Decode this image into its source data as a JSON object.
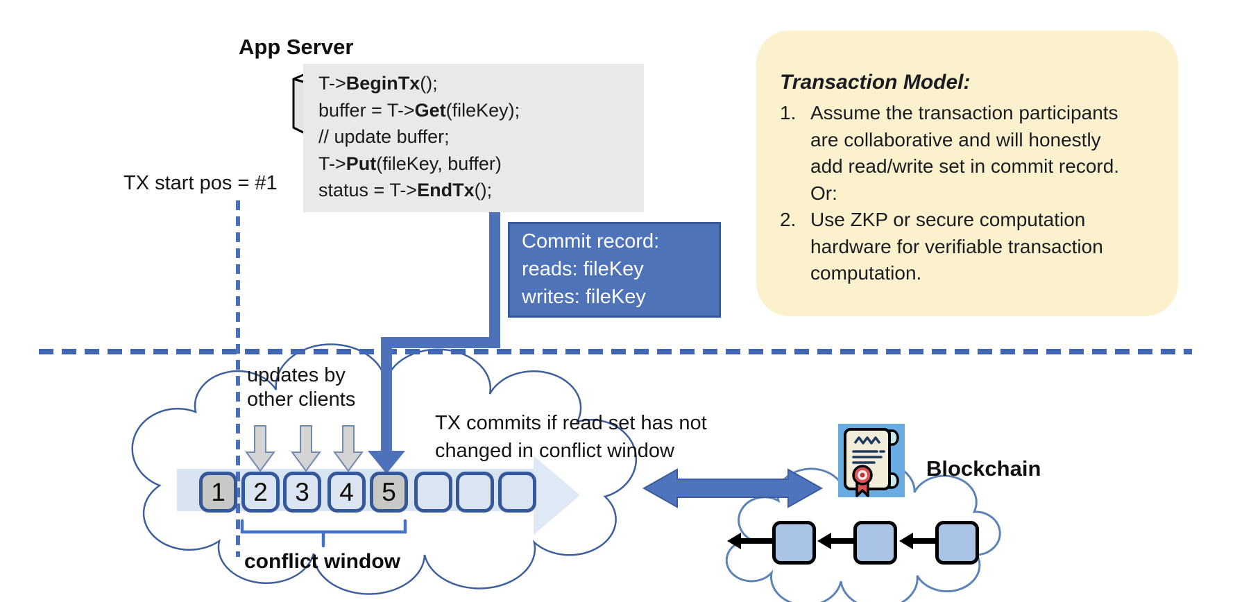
{
  "app_server": {
    "title": "App Server"
  },
  "code_block": {
    "lines": [
      {
        "pre": "T->",
        "bold": "BeginTx",
        "post": "();"
      },
      {
        "pre": "buffer = T->",
        "bold": "Get",
        "post": "(fileKey);"
      },
      {
        "pre": "// update buffer;",
        "bold": "",
        "post": ""
      },
      {
        "pre": "T->",
        "bold": "Put",
        "post": "(fileKey, buffer)"
      },
      {
        "pre": "status = T->",
        "bold": "EndTx",
        "post": "();"
      }
    ]
  },
  "tx_start_label": "TX start pos = #1",
  "commit_record": {
    "lines": [
      "Commit record:",
      "reads: fileKey",
      "writes: fileKey"
    ]
  },
  "transaction_model": {
    "title": "Transaction Model:",
    "items": [
      {
        "marker": "1.",
        "text": "Assume the transaction participants are collaborative and will honestly add read/write set in commit record.  Or:"
      },
      {
        "marker": "2.",
        "text": "Use ZKP or secure computation hardware for verifiable transaction computation."
      }
    ]
  },
  "timeline": {
    "updates_label_line1": "updates by",
    "updates_label_line2": "other clients",
    "commits_label_line1": "TX commits if read set has not",
    "commits_label_line2": "changed in conflict window",
    "boxes": [
      "1",
      "2",
      "3",
      "4",
      "5",
      "",
      "",
      ""
    ],
    "conflict_window_label": "conflict window"
  },
  "blockchain": {
    "label": "Blockchain"
  },
  "icons": {
    "server": "server-tower-icon",
    "certificate": "certificate-scroll-icon",
    "down_arrow": "gray-down-arrow-icon",
    "double_arrow": "double-headed-arrow-icon",
    "chain_arrow": "left-arrow-icon"
  },
  "colors": {
    "accent_blue": "#4d72ba",
    "dashed_blue": "#4066b4",
    "commit_fill": "#4e73b9",
    "commit_border": "#38589c",
    "box_border": "#35589a",
    "box_fill": "#dbe5f1",
    "box_gray": "#c8c8c6",
    "band_fill": "#d9e4f2",
    "cloud_stroke": "#3d5e9c",
    "yellow_fill": "#fcf1cd",
    "code_bg": "#e9e9e9",
    "block_fill": "#a9c4e6",
    "cert_bg": "#6aace1"
  }
}
